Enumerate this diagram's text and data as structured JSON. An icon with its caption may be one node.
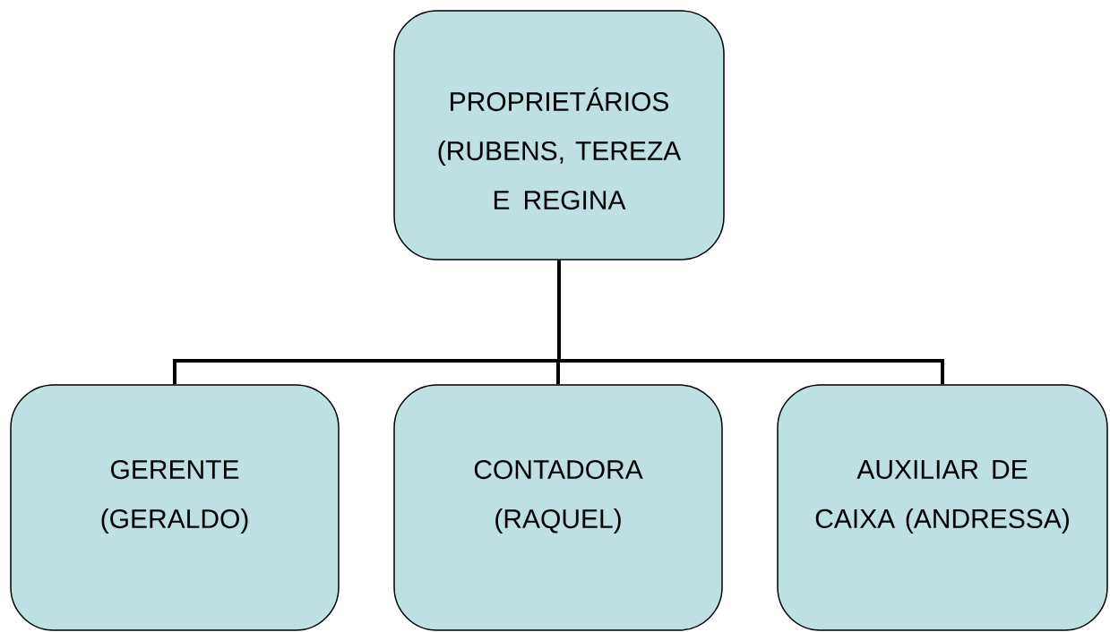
{
  "diagram": {
    "nodes": [
      {
        "text": [
          "PROPRIETÁRIOS (RUBENS, TEREZA E REGINA"
        ]
      },
      {
        "text": [
          "GERENTE (GERALDO)"
        ]
      },
      {
        "text": [
          "CONTADORA (RAQUEL)"
        ]
      },
      {
        "text": [
          "AUXILIAR DE CAIXA (ANDRESSA)"
        ]
      }
    ],
    "edges": [
      {
        "from": 0,
        "to": 1,
        "arrow": "none"
      },
      {
        "from": 0,
        "to": 2,
        "arrow": "none"
      },
      {
        "from": 0,
        "to": 3,
        "arrow": "none"
      }
    ]
  }
}
